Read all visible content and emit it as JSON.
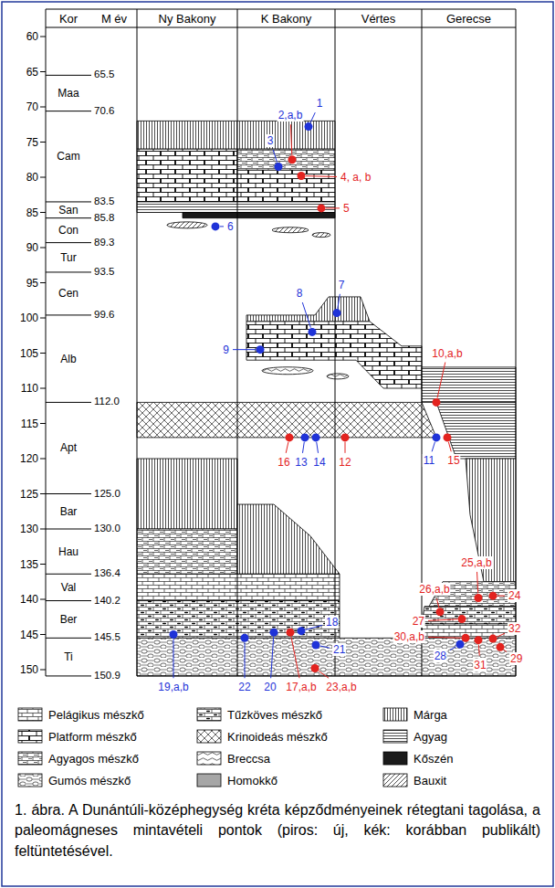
{
  "diagram": {
    "caption": "1. ábra. A Dunántúli-középhegység kréta képződményeinek rétegtani tagolása, a paleomágneses mintavételi pontok (piros: új, kék: korábban publikált) feltüntetésével.",
    "labels": [
      "Kor",
      "M év",
      "Ny Bakony",
      "K Bakony",
      "Vértes",
      "Gerecse",
      "60",
      "65",
      "70",
      "75",
      "80",
      "85",
      "90",
      "95",
      "100",
      "105",
      "110",
      "115",
      "120",
      "125",
      "130",
      "135",
      "140",
      "145",
      "150",
      "Maa",
      "Cam",
      "San",
      "Con",
      "Tur",
      "Cen",
      "Alb",
      "Apt",
      "Bar",
      "Hau",
      "Val",
      "Ber",
      "Ti",
      "65.5",
      "70.6",
      "83.5",
      "85.8",
      "89.3",
      "93.5",
      "99.6",
      "112.0",
      "125.0",
      "130.0",
      "136.4",
      "140.2",
      "145.5",
      "150.9",
      "1",
      "2,a,b",
      "3",
      "4, a, b",
      "5",
      "6",
      "7",
      "8",
      "9",
      "10,a,b",
      "11",
      "12",
      "13",
      "14",
      "15",
      "16",
      "17,a,b",
      "18",
      "19,a,b",
      "20",
      "21",
      "22",
      "23,a,b",
      "24",
      "25,a,b",
      "26,a,b",
      "27",
      "28",
      "29",
      "30,a,b",
      "31",
      "32"
    ],
    "legend": [
      {
        "text": "Pelágikus mészkő"
      },
      {
        "text": "Tűzköves mészkő"
      },
      {
        "text": "Márga"
      },
      {
        "text": "Platform mészkő"
      },
      {
        "text": "Krinoideás mészkő"
      },
      {
        "text": "Agyag"
      },
      {
        "text": "Agyagos mészkő"
      },
      {
        "text": "Breccsa"
      },
      {
        "text": "Kőszén",
        "color": "#1a1a1a"
      },
      {
        "text": "Gumós mészkő"
      },
      {
        "text": "Homokkő",
        "color": "#a6a6a6"
      },
      {
        "text": "Bauxit"
      }
    ]
  }
}
